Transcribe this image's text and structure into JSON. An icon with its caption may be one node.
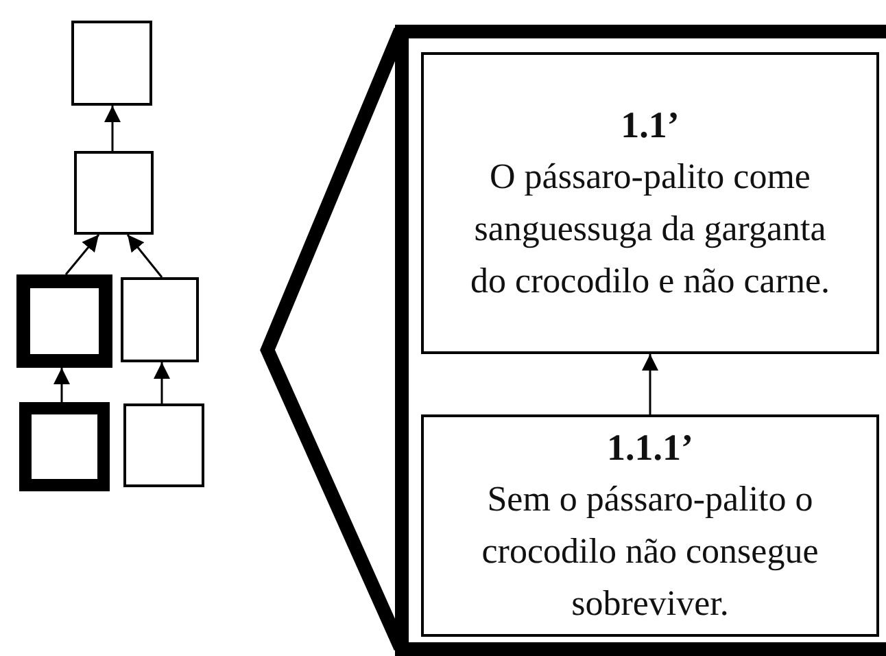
{
  "diagram": {
    "nodes": [
      {
        "text": [],
        "shape": "box"
      },
      {
        "text": [],
        "shape": "box"
      },
      {
        "text": [],
        "shape": "box"
      },
      {
        "text": [],
        "shape": "box"
      },
      {
        "text": [],
        "shape": "box"
      },
      {
        "text": [],
        "shape": "box"
      },
      {
        "text": [],
        "shape": "box"
      },
      {
        "text": [
          "1.1’",
          "O pássaro-palito come sanguessuga da garganta do crocodilo e não carne."
        ],
        "in": 6
      },
      {
        "text": [
          "1.1.1’",
          "Sem o pássaro-palito o crocodilo não consegue sobreviver."
        ],
        "in": 6
      }
    ],
    "edges": [
      {
        "from": 1,
        "to": 0,
        "arrow": "to"
      },
      {
        "from": 2,
        "to": 1,
        "arrow": "to"
      },
      {
        "from": 3,
        "to": 1,
        "arrow": "to"
      },
      {
        "from": 4,
        "to": 2,
        "arrow": "to"
      },
      {
        "from": 5,
        "to": 3,
        "arrow": "to"
      },
      {
        "from": 8,
        "to": 7,
        "arrow": "to"
      }
    ]
  }
}
